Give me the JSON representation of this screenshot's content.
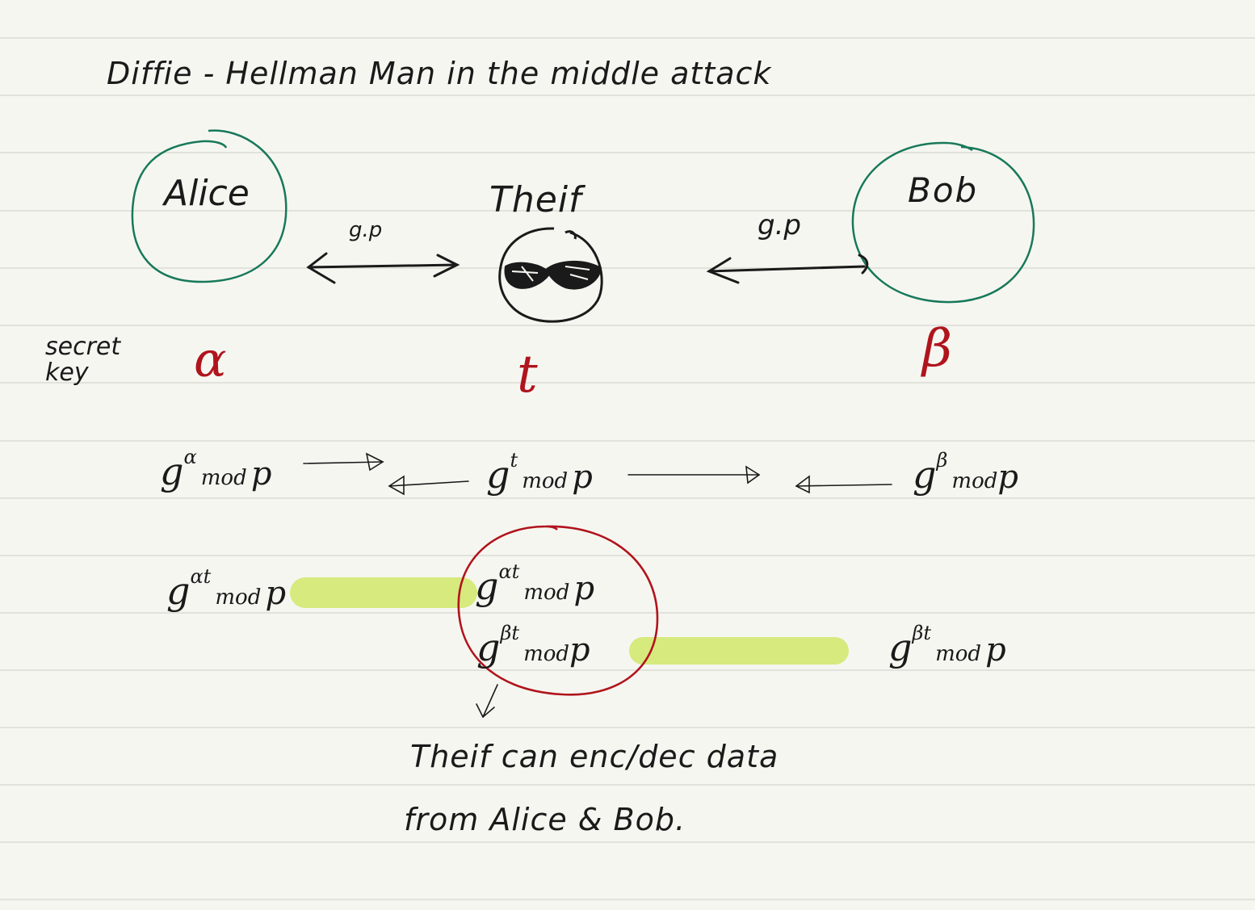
{
  "title": "Diffie - Hellman Man in the middle attack",
  "parties": {
    "alice": "Alice",
    "thief": "Theif",
    "bob": "Bob"
  },
  "channel_labels": {
    "left": "g.p",
    "right": "g.p"
  },
  "secret_key_label": "secret key",
  "secrets": {
    "alice": "α",
    "thief": "t",
    "bob": "β"
  },
  "public_values": {
    "alice": {
      "base": "g",
      "exp": "α",
      "mod": "mod",
      "p": "p"
    },
    "thief": {
      "base": "g",
      "exp": "t",
      "mod": "mod",
      "p": "p"
    },
    "bob": {
      "base": "g",
      "exp": "β",
      "mod": "mod",
      "p": "p"
    }
  },
  "shared_keys": {
    "alice_side": {
      "base": "g",
      "exp": "αt",
      "mod": "mod",
      "p": "p"
    },
    "thief_with_alice": {
      "base": "g",
      "exp": "αt",
      "mod": "mod",
      "p": "p"
    },
    "thief_with_bob": {
      "base": "g",
      "exp": "βt",
      "mod": "mod",
      "p": "p"
    },
    "bob_side": {
      "base": "g",
      "exp": "βt",
      "mod": "mod",
      "p": "p"
    }
  },
  "conclusion": {
    "line1": "Theif can enc/dec data",
    "line2": "from Alice & Bob."
  },
  "colors": {
    "paper": "#f6f6f1",
    "rule_line": "#dcdcd6",
    "party_circle": "#17795a",
    "secret_ink": "#b0141c",
    "highlight": "#d6ea7e",
    "ink": "#1a1a1a"
  },
  "icons": {
    "thief_face": "masked-thief-face-icon"
  }
}
